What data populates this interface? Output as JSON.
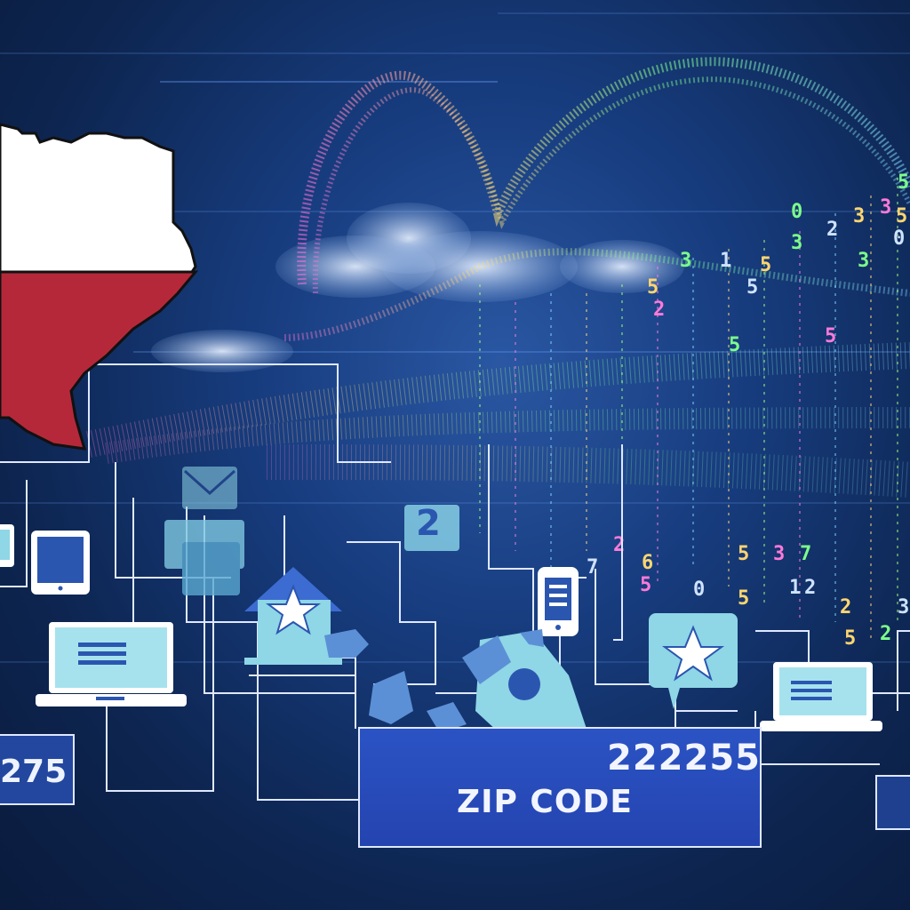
{
  "zip_panel": {
    "number": "222255",
    "label": "ZIP CODE"
  },
  "left_box": {
    "number": "275"
  },
  "floating_digit_badge": "2",
  "colors": {
    "background_deep": "#0e2146",
    "panel_blue": "#2444b0",
    "flag_red": "#b5283a",
    "flag_white": "#ffffff",
    "icon_light": "#8fd6e6",
    "line_white": "#dfe8ff"
  },
  "icons": [
    "texas-map-icon",
    "cloud-icon",
    "tablet-icon",
    "laptop-icon",
    "house-star-icon",
    "smartphone-icon",
    "map-pin-icon",
    "star-speech-bubble-icon",
    "mail-envelope-icon",
    "document-icon"
  ]
}
